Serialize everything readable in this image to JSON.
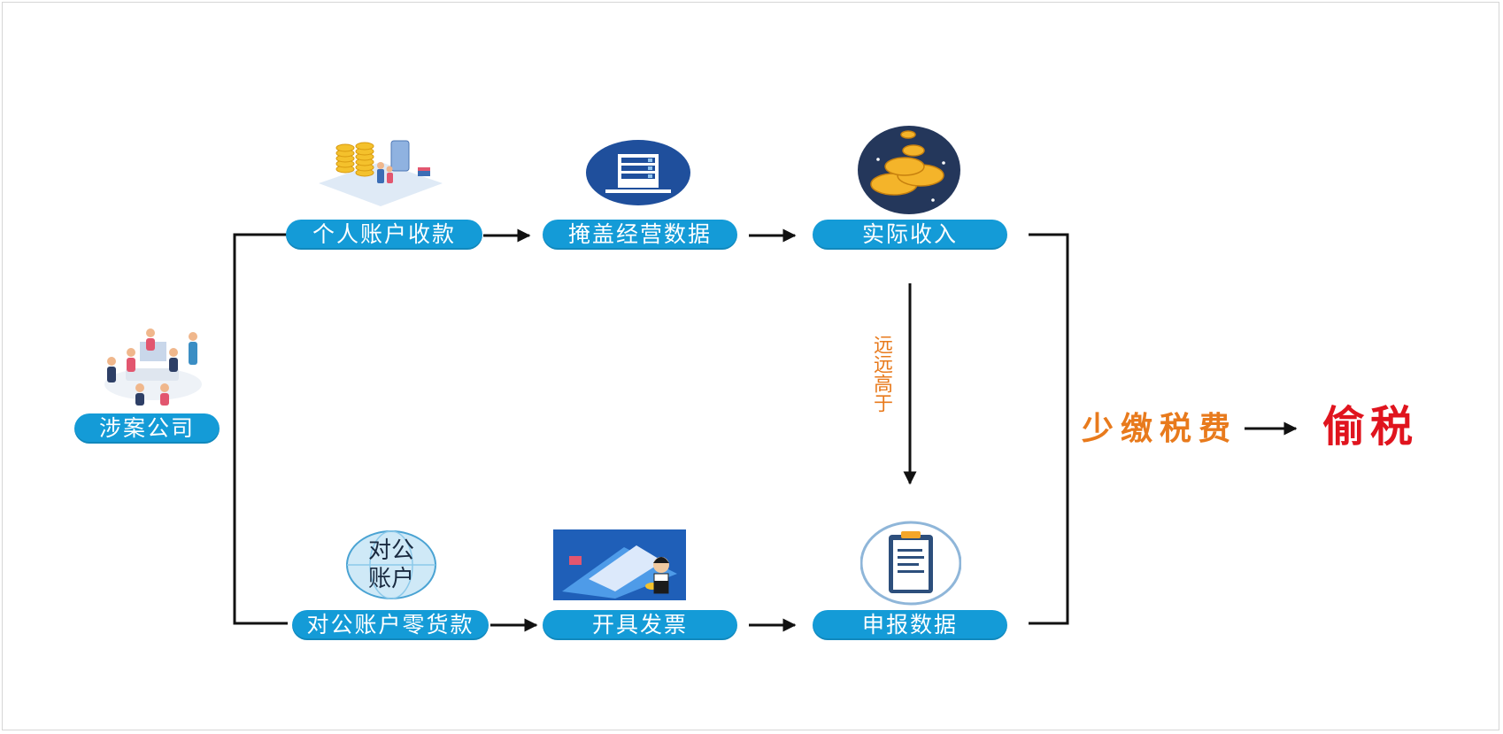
{
  "nodes": {
    "company": "涉案公司",
    "personal_receipt": "个人账户收款",
    "cover_data": "掩盖经营数据",
    "actual_income": "实际收入",
    "corporate_receipt": "对公账户零货款",
    "issue_invoice": "开具发票",
    "declare_data": "申报数据"
  },
  "icons": {
    "corporate_account_label": "对公账户"
  },
  "annotation": "远远高于",
  "result": {
    "less_tax": "少缴税费",
    "tax_evasion": "偷税"
  },
  "colors": {
    "pill": "#149bd7",
    "orange": "#e87a1c",
    "red": "#e0141e",
    "line": "#111111"
  }
}
